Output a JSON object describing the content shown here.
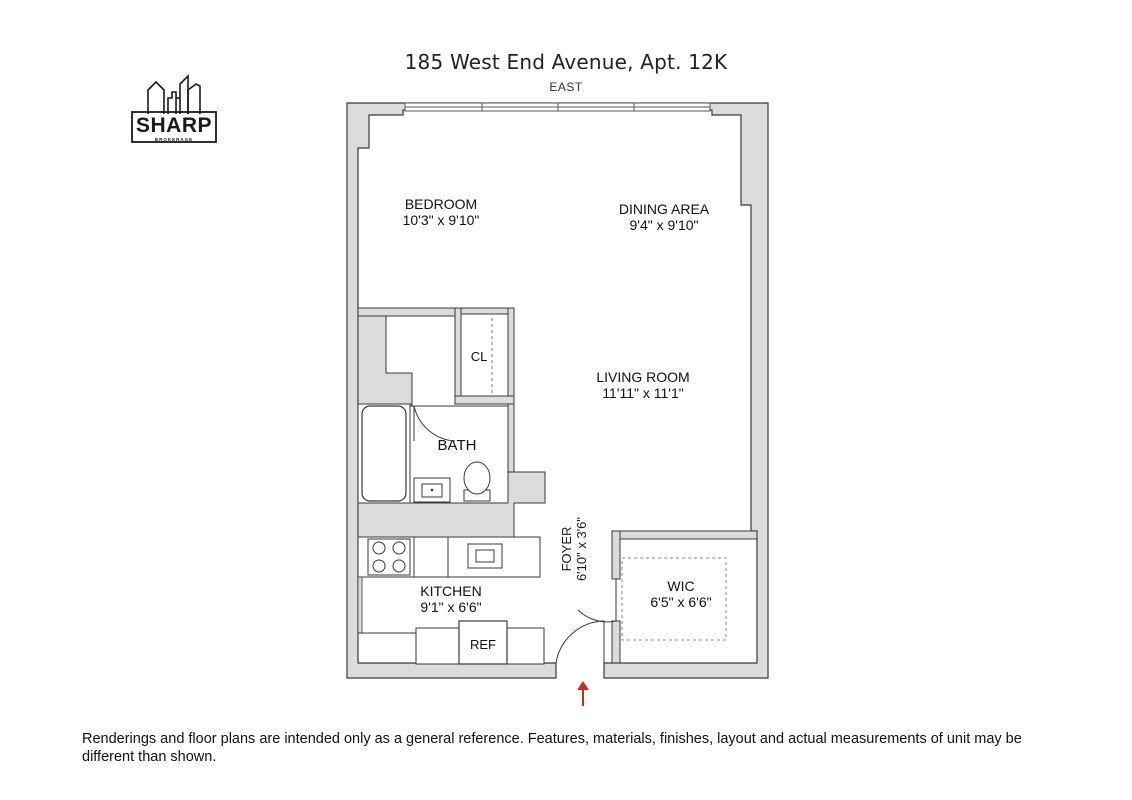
{
  "header": {
    "title": "185 West End Avenue, Apt. 12K",
    "orientation": "EAST"
  },
  "logo": {
    "name": "SHARP",
    "subtitle": "BROKERAGE"
  },
  "rooms": {
    "bedroom": {
      "name": "BEDROOM",
      "size": "10'3\" x 9'10\""
    },
    "dining": {
      "name": "DINING AREA",
      "size": "9'4\" x 9'10\""
    },
    "living": {
      "name": "LIVING ROOM",
      "size": "11'11\" x 11'1\""
    },
    "closet": {
      "name": "CL"
    },
    "bath": {
      "name": "BATH"
    },
    "kitchen": {
      "name": "KITCHEN",
      "size": "9'1\" x 6'6\""
    },
    "ref": {
      "name": "REF"
    },
    "foyer": {
      "name": "FOYER",
      "size": "6'10\" x 3'6\""
    },
    "wic": {
      "name": "WIC",
      "size": "6'5\" x 6'6\""
    }
  },
  "colors": {
    "wall": "#dcdcdc",
    "line": "#3a3a3a",
    "entry_arrow": "#c0301f"
  },
  "footer": {
    "disclaimer": "Renderings and floor plans are intended only as a general reference. Features, materials, finishes, layout and actual measurements of unit may be different than shown."
  }
}
